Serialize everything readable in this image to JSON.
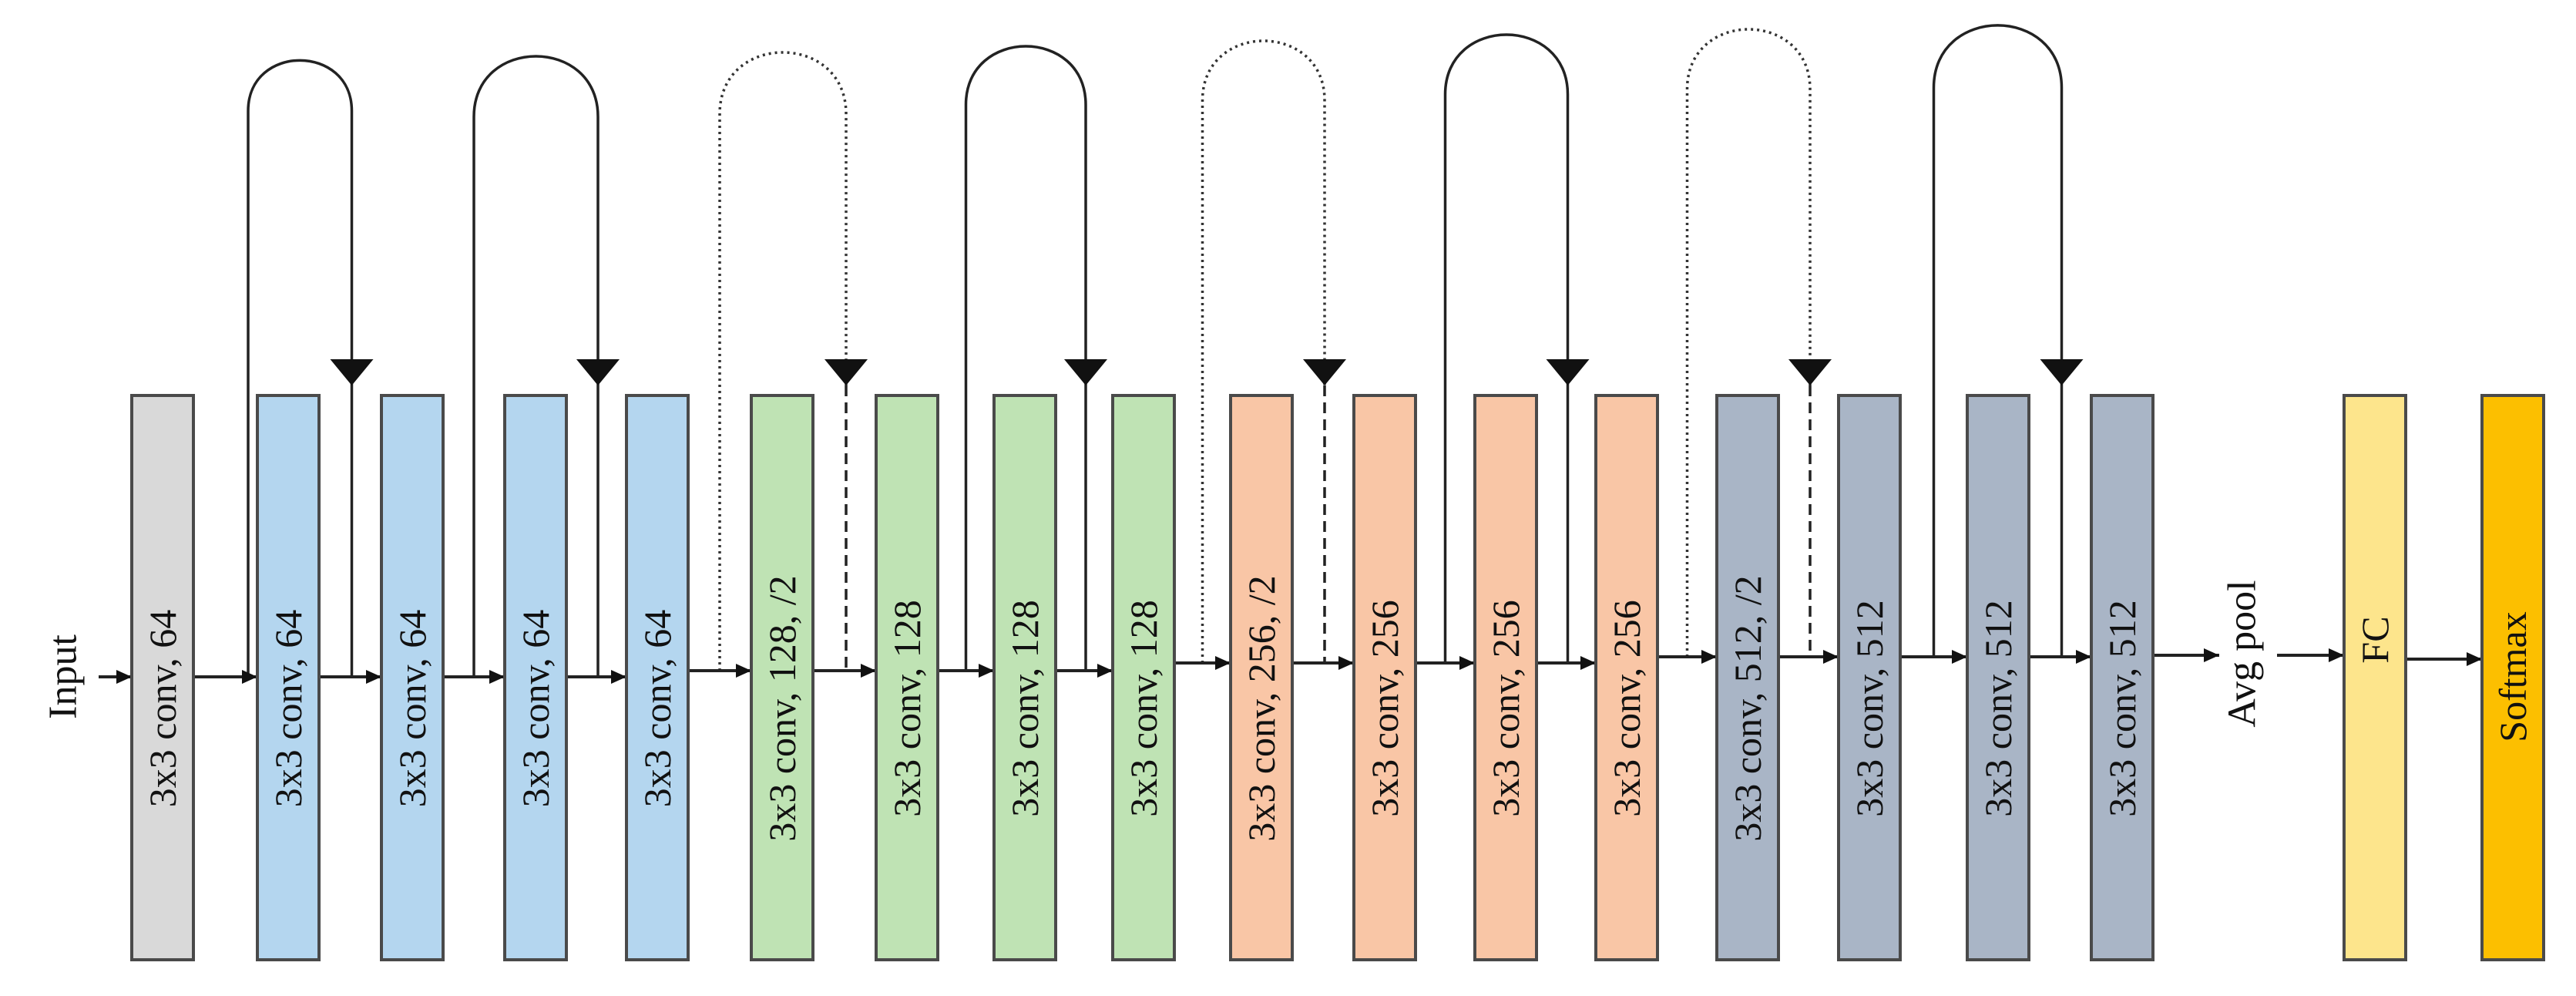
{
  "diagram": {
    "input_label": "Input",
    "avgpool_label": "Avg pool",
    "layers": [
      {
        "label": "3x3 conv, 64",
        "color": "#d9d9d9"
      },
      {
        "label": "3x3 conv, 64",
        "color": "#b4d6ef"
      },
      {
        "label": "3x3 conv, 64",
        "color": "#b4d6ef"
      },
      {
        "label": "3x3 conv, 64",
        "color": "#b4d6ef"
      },
      {
        "label": "3x3 conv, 64",
        "color": "#b4d6ef"
      },
      {
        "label": "3x3 conv, 128, /2",
        "color": "#bfe3b4"
      },
      {
        "label": "3x3 conv, 128",
        "color": "#bfe3b4"
      },
      {
        "label": "3x3 conv, 128",
        "color": "#bfe3b4"
      },
      {
        "label": "3x3 conv, 128",
        "color": "#bfe3b4"
      },
      {
        "label": "3x3 conv, 256, /2",
        "color": "#f9c6a6"
      },
      {
        "label": "3x3 conv, 256",
        "color": "#f9c6a6"
      },
      {
        "label": "3x3 conv, 256",
        "color": "#f9c6a6"
      },
      {
        "label": "3x3 conv, 256",
        "color": "#f9c6a6"
      },
      {
        "label": "3x3 conv, 512, /2",
        "color": "#a9b5c6"
      },
      {
        "label": "3x3 conv, 512",
        "color": "#a9b5c6"
      },
      {
        "label": "3x3 conv, 512",
        "color": "#a9b5c6"
      },
      {
        "label": "3x3 conv, 512",
        "color": "#a9b5c6"
      }
    ],
    "head_layers": [
      {
        "label": "FC",
        "color": "#fde58c"
      },
      {
        "label": "Softmax",
        "color": "#fcbf00"
      }
    ],
    "skip_connections": [
      {
        "from_layer": 1,
        "to_layer": 3,
        "style": "solid"
      },
      {
        "from_layer": 3,
        "to_layer": 5,
        "style": "solid"
      },
      {
        "from_layer": 5,
        "to_layer": 7,
        "style": "dotted"
      },
      {
        "from_layer": 7,
        "to_layer": 9,
        "style": "solid"
      },
      {
        "from_layer": 9,
        "to_layer": 11,
        "style": "dotted"
      },
      {
        "from_layer": 11,
        "to_layer": 13,
        "style": "solid"
      },
      {
        "from_layer": 13,
        "to_layer": 15,
        "style": "dotted"
      },
      {
        "from_layer": 15,
        "to_layer": 17,
        "style": "solid"
      }
    ]
  }
}
